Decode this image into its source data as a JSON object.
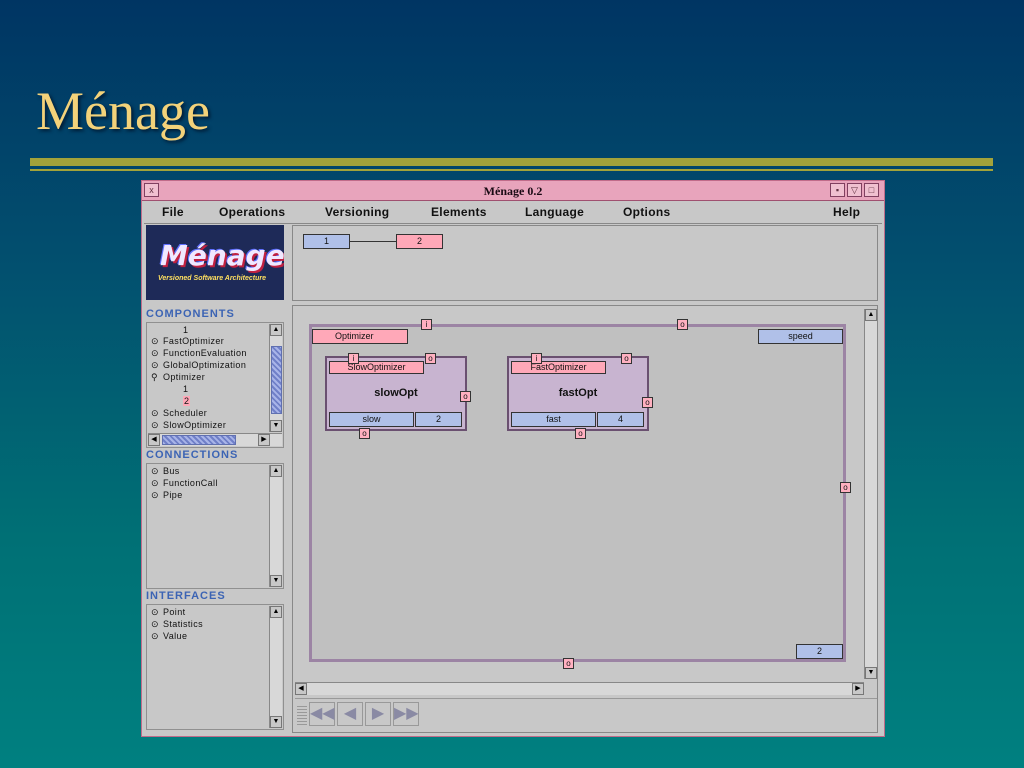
{
  "slide": {
    "title": "Ménage"
  },
  "window": {
    "title": "Ménage 0.2",
    "controls": {
      "close": "x",
      "minimize": "▪",
      "maximize": "▽",
      "restore": "□"
    }
  },
  "menu": [
    "File",
    "Operations",
    "Versioning",
    "Elements",
    "Language",
    "Options",
    "Help"
  ],
  "logo": {
    "title": "Ménage",
    "subtitle": "Versioned Software Architecture"
  },
  "components": {
    "header": "COMPONENTS",
    "items": [
      {
        "label": "1",
        "kind": "version"
      },
      {
        "label": "FastOptimizer",
        "kind": "node"
      },
      {
        "label": "FunctionEvaluation",
        "kind": "node"
      },
      {
        "label": "GlobalOptimization",
        "kind": "node"
      },
      {
        "label": "Optimizer",
        "kind": "open"
      },
      {
        "label": "1",
        "kind": "version"
      },
      {
        "label": "2",
        "kind": "version-selected"
      },
      {
        "label": "Scheduler",
        "kind": "node"
      },
      {
        "label": "SlowOptimizer",
        "kind": "node"
      }
    ]
  },
  "connections": {
    "header": "CONNECTIONS",
    "items": [
      "Bus",
      "FunctionCall",
      "Pipe"
    ]
  },
  "interfaces": {
    "header": "INTERFACES",
    "items": [
      "Point",
      "Statistics",
      "Value"
    ]
  },
  "versions": {
    "nodes": [
      "1",
      "2"
    ]
  },
  "canvas": {
    "outer": {
      "label": "Optimizer",
      "property_name": "speed",
      "property_value": "2",
      "in_port": "i",
      "out_ports": [
        "o",
        "o",
        "o"
      ]
    },
    "slow": {
      "type": "SlowOptimizer",
      "name": "slowOpt",
      "prop_name": "slow",
      "prop_value": "2",
      "in_port": "i",
      "out_ports": [
        "o",
        "o",
        "o"
      ]
    },
    "fast": {
      "type": "FastOptimizer",
      "name": "fastOpt",
      "prop_name": "fast",
      "prop_value": "4",
      "in_port": "i",
      "out_ports": [
        "o",
        "o",
        "o"
      ]
    }
  },
  "nav": [
    "◀◀",
    "◀",
    "▶",
    "▶▶"
  ],
  "colors": {
    "accent_pink": "#ffa8b8",
    "accent_blue": "#b0c0e8",
    "title_gold": "#f3d27a"
  }
}
